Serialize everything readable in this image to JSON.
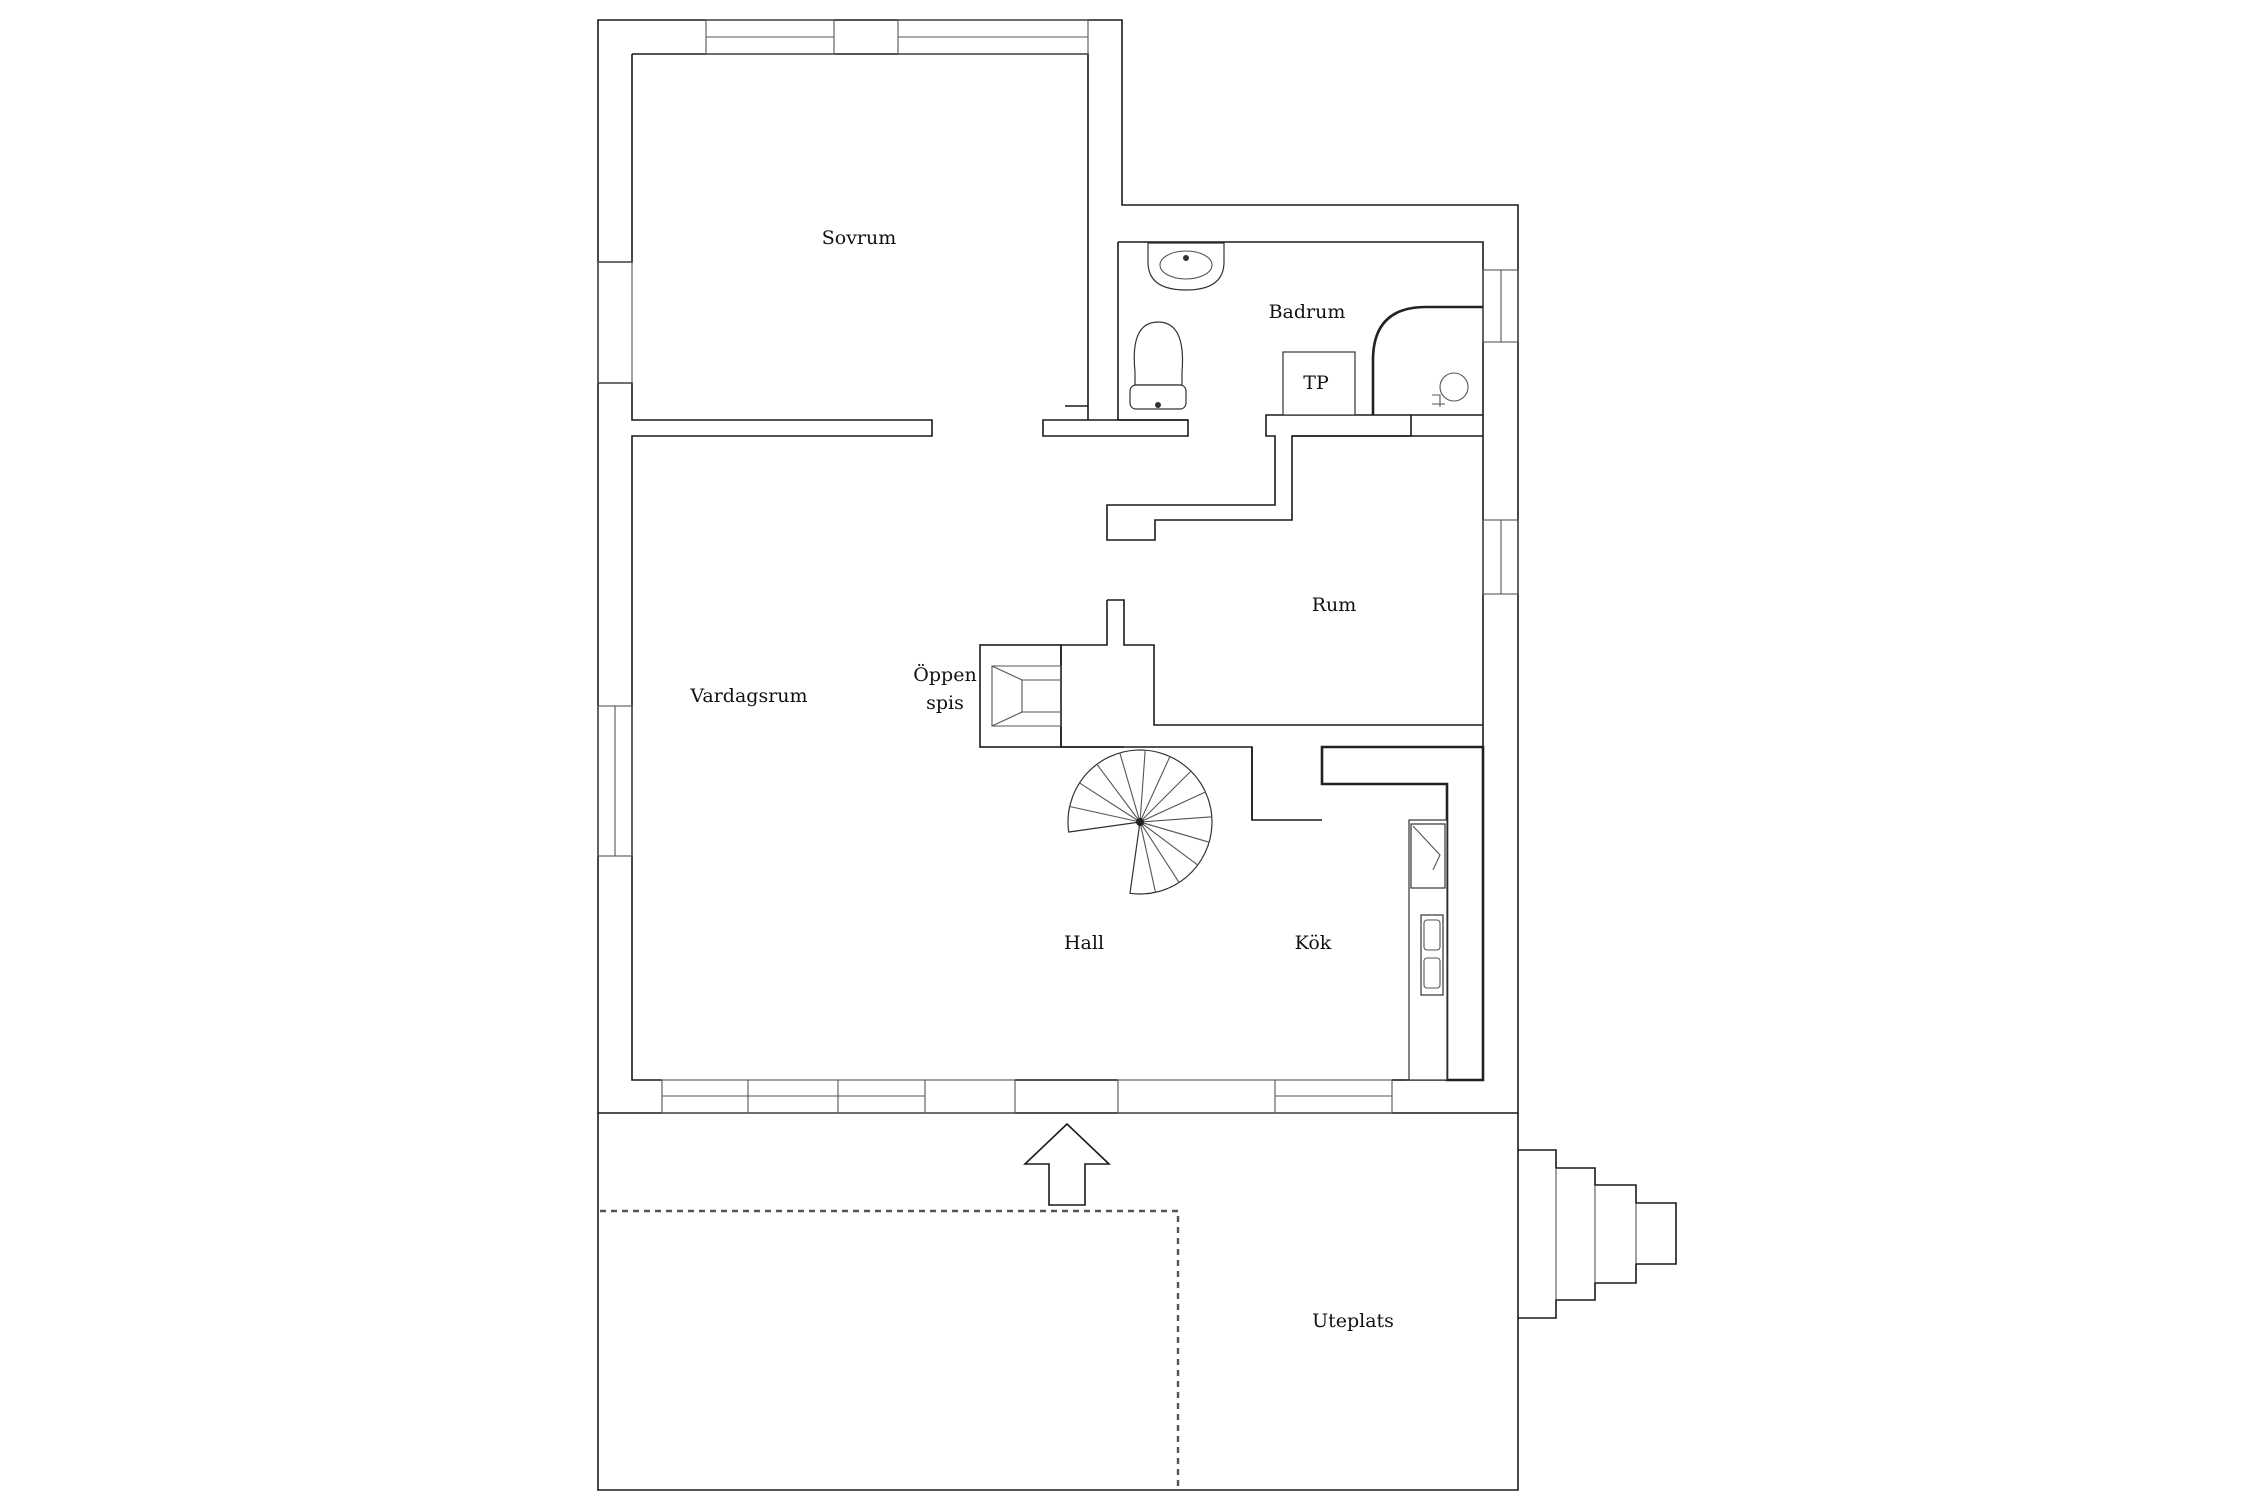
{
  "rooms": {
    "sovrum": "Sovrum",
    "badrum": "Badrum",
    "tp": "TP",
    "rum": "Rum",
    "vardagsrum": "Vardagsrum",
    "oppen_line1": "Öppen",
    "oppen_line2": "spis",
    "hall": "Hall",
    "kok": "Kök",
    "uteplats": "Uteplats"
  },
  "colors": {
    "wall": "#1a1a1a",
    "background": "#ffffff"
  },
  "icons": [
    "entrance-arrow-icon",
    "spiral-stair-icon",
    "toilet-icon",
    "sink-icon",
    "shower-icon",
    "stove-icon"
  ]
}
